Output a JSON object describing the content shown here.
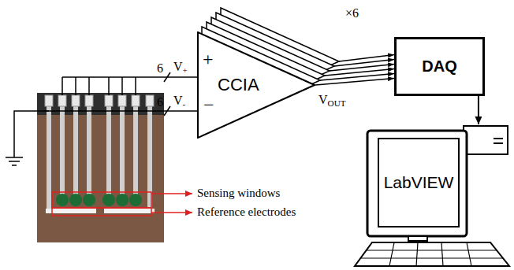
{
  "diagram": {
    "nodes": [
      {
        "text": [
          "CCIA"
        ]
      },
      {
        "text": [
          "DAQ"
        ]
      },
      {
        "text": [
          "LabVIEW"
        ]
      }
    ],
    "edges": [
      {
        "from": 0,
        "to": 1,
        "arrow": "to"
      },
      {
        "from": 0,
        "to": 1,
        "arrow": "to"
      },
      {
        "from": 0,
        "to": 1,
        "arrow": "to"
      },
      {
        "from": 0,
        "to": 1,
        "arrow": "to"
      },
      {
        "from": 0,
        "to": 1,
        "arrow": "to"
      },
      {
        "from": 0,
        "to": 1,
        "arrow": "to"
      },
      {
        "from": 1,
        "to": 2,
        "arrow": "to"
      }
    ],
    "labels": [
      "6",
      "V+",
      "6",
      "V-",
      "+",
      "−",
      "×6",
      "VOUT",
      "Sensing windows",
      "Reference electrodes"
    ]
  }
}
